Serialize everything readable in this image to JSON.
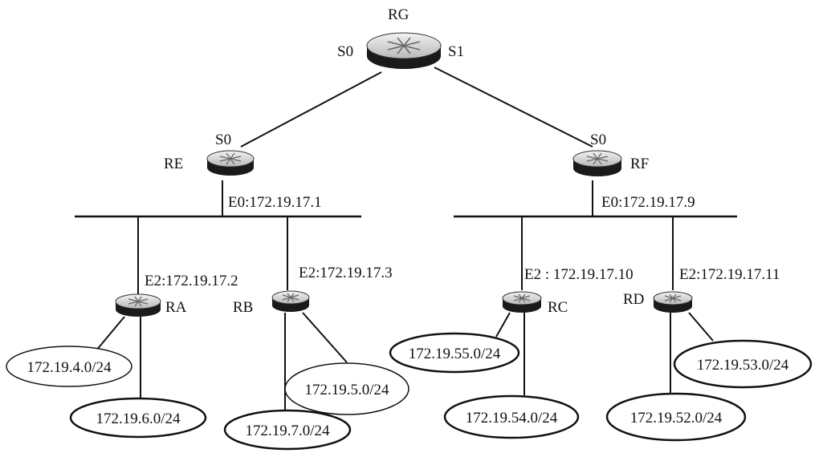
{
  "routers": {
    "RG": {
      "name": "RG",
      "ports": [
        "S0",
        "S1"
      ]
    },
    "RE": {
      "name": "RE",
      "port": "S0",
      "eth": "E0:172.19.17.1"
    },
    "RF": {
      "name": "RF",
      "port": "S0",
      "eth": "E0:172.19.17.9"
    },
    "RA": {
      "name": "RA",
      "eth": "E2:172.19.17.2"
    },
    "RB": {
      "name": "RB",
      "eth": "E2:172.19.17.3"
    },
    "RC": {
      "name": "RC",
      "eth": "E2 : 172.19.17.10"
    },
    "RD": {
      "name": "RD",
      "eth": "E2:172.19.17.11"
    }
  },
  "networks": {
    "ra_a": "172.19.4.0/24",
    "ra_b": "172.19.6.0/24",
    "rb_a": "172.19.5.0/24",
    "rb_b": "172.19.7.0/24",
    "rc_a": "172.19.55.0/24",
    "rc_b": "172.19.54.0/24",
    "rd_a": "172.19.53.0/24",
    "rd_b": "172.19.52.0/24"
  }
}
